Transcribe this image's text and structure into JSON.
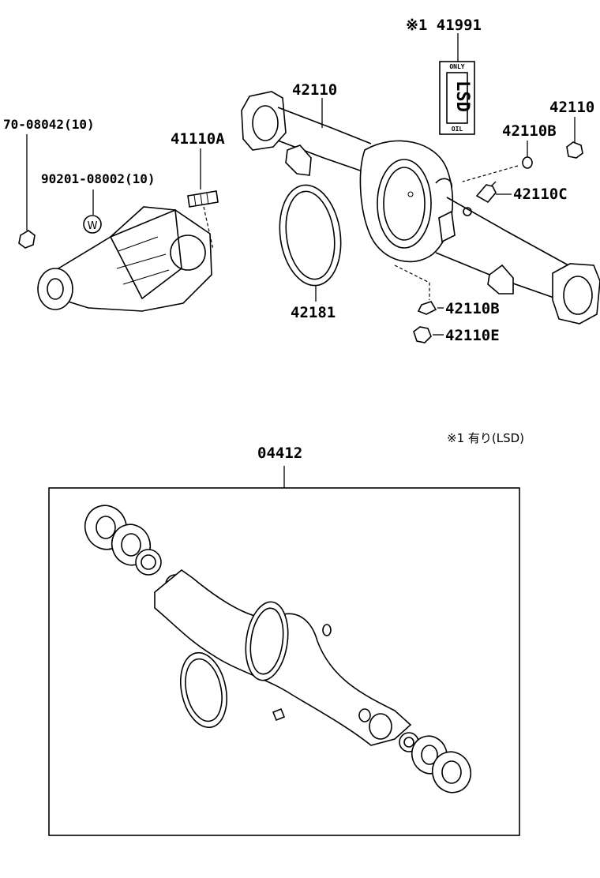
{
  "labels": {
    "p41991": "※1 41991",
    "p42110": "42110",
    "p42110_edge": "42110",
    "p42110B_top": "42110B",
    "p42110C": "42110C",
    "p42110B_bottom": "42110B",
    "p42110E": "42110E",
    "p42181": "42181",
    "p41110A": "41110A",
    "p70_08042": "70-08042(10)",
    "p90201_08002": "90201-08002(10)",
    "p04412": "04412"
  },
  "sticker": {
    "top": "ONLY",
    "main": "LSD",
    "bottom": "OIL"
  },
  "grease_symbol": "W",
  "note": "※1 有り(LSD)"
}
